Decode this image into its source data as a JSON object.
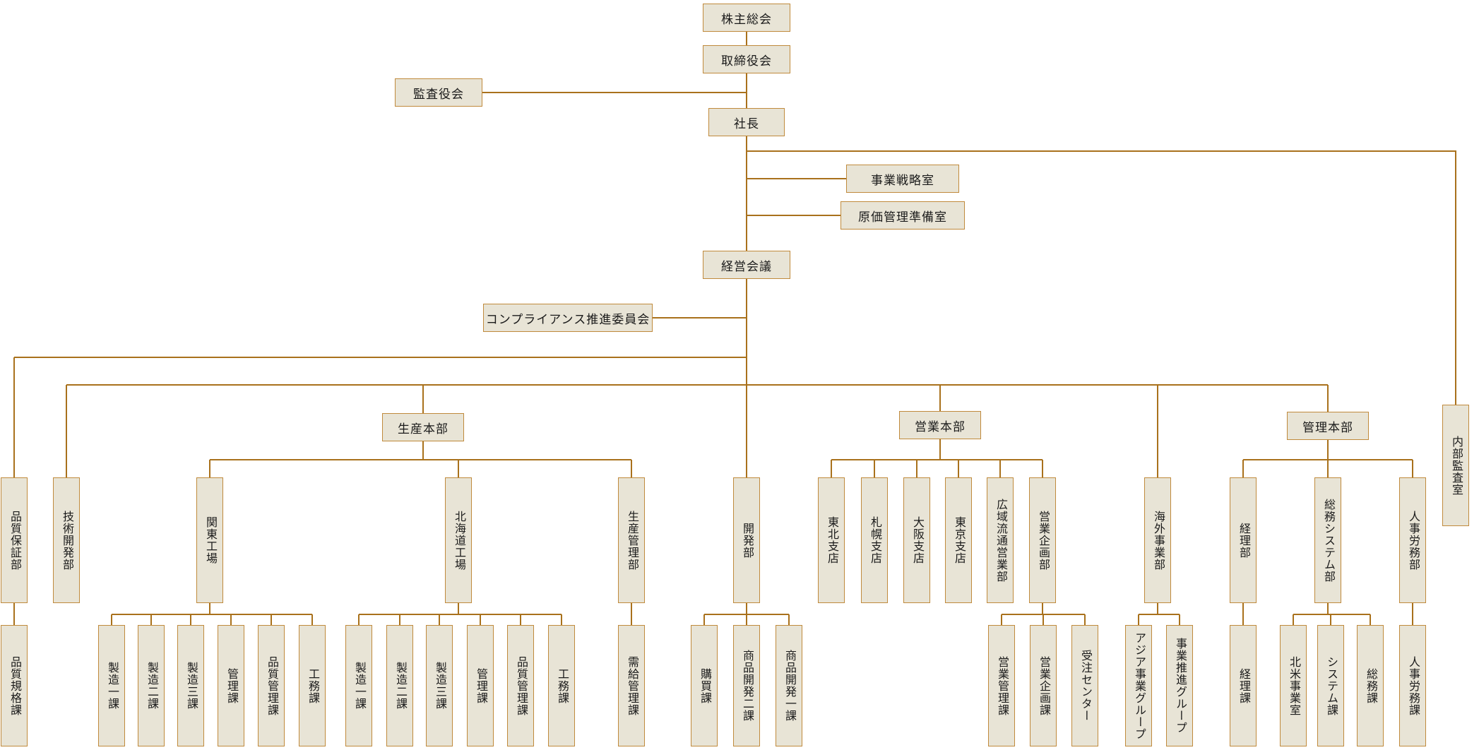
{
  "colors": {
    "background": "#ffffff",
    "box_fill": "#e8e4d6",
    "box_border": "#c08a3c",
    "connector_line": "#a9711c",
    "text": "#1a1a1a"
  },
  "org": {
    "top": {
      "shareholders_meeting": "株主総会",
      "board_of_directors": "取締役会",
      "board_of_auditors": "監査役会",
      "president": "社長",
      "business_strategy_office": "事業戦略室",
      "cost_management_prep_office": "原価管理準備室",
      "management_council": "経営会議",
      "compliance_committee": "コンプライアンス推進委員会",
      "internal_audit_office": "内部監査室"
    },
    "staff": {
      "quality_assurance_dept": "品質保証部",
      "quality_standards_section": "品質規格課",
      "technology_development_dept": "技術開発部"
    },
    "production": {
      "hq": "生産本部",
      "kanto_plant": "関東工場",
      "kanto_sections": [
        "製造一課",
        "製造二課",
        "製造三課",
        "管理課",
        "品質管理課",
        "工務課"
      ],
      "hokkaido_plant": "北海道工場",
      "hokkaido_sections": [
        "製造一課",
        "製造二課",
        "製造三課",
        "管理課",
        "品質管理課",
        "工務課"
      ],
      "production_management_dept": "生産管理部",
      "supply_demand_section": "需給管理課"
    },
    "development": {
      "dept": "開発部",
      "sections": [
        "購買課",
        "商品開発二課",
        "商品開発一課"
      ]
    },
    "sales": {
      "hq": "営業本部",
      "branches": [
        "東北支店",
        "札幌支店",
        "大阪支店",
        "東京支店",
        "広域流通営業部",
        "営業企画部"
      ],
      "planning_sections": [
        "営業管理課",
        "営業企画課",
        "受注センター"
      ]
    },
    "overseas": {
      "dept": "海外事業部",
      "groups": [
        "アジア事業グループ",
        "事業推進グループ"
      ]
    },
    "admin": {
      "hq": "管理本部",
      "accounting_dept": "経理部",
      "accounting_section": "経理課",
      "general_affairs_systems_dept": "総務システム部",
      "ga_sections": [
        "北米事業室",
        "システム課",
        "総務課"
      ],
      "hr_dept": "人事労務部",
      "hr_section": "人事労務課"
    }
  }
}
